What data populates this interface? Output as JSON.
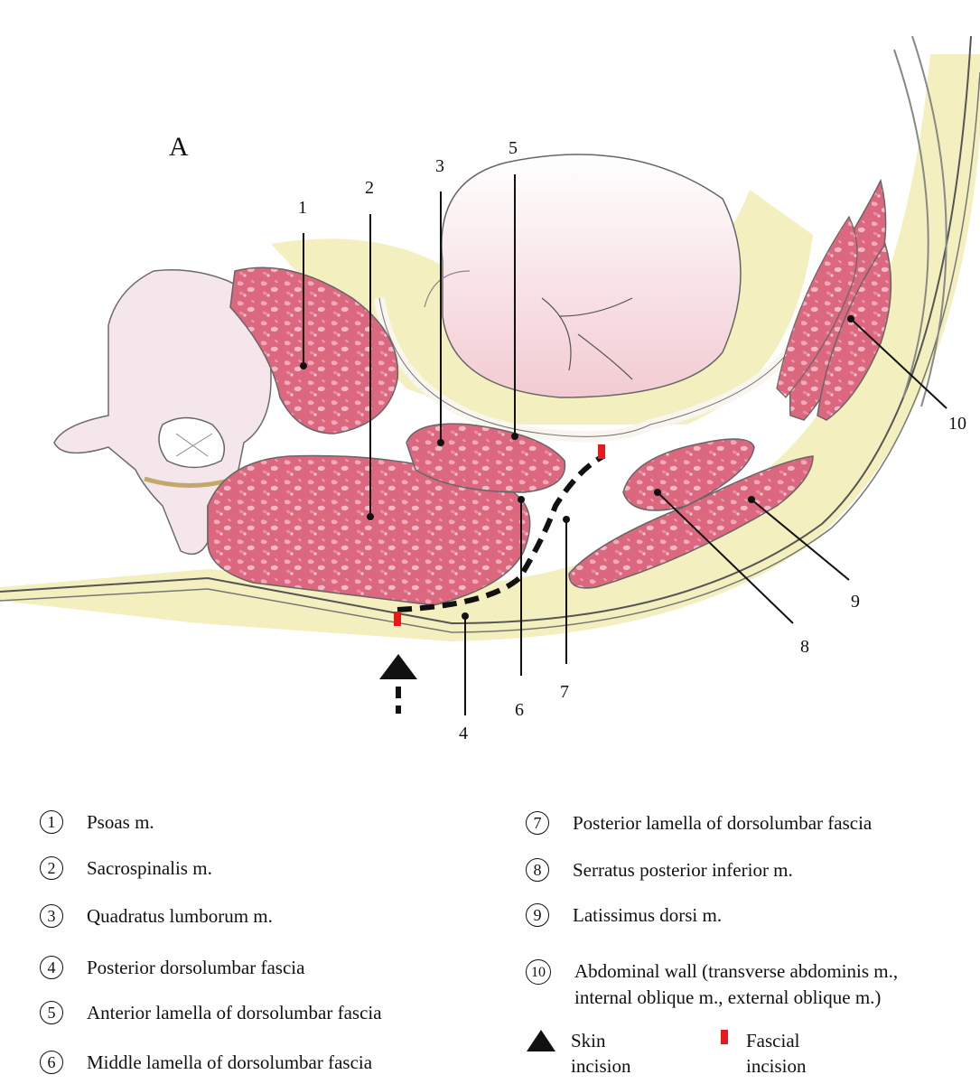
{
  "panel_label": "A",
  "callouts": [
    "1",
    "2",
    "3",
    "4",
    "5",
    "6",
    "7",
    "8",
    "9",
    "10"
  ],
  "legend": [
    {
      "num": "1",
      "text": "Psoas m."
    },
    {
      "num": "2",
      "text": "Sacrospinalis m."
    },
    {
      "num": "3",
      "text": "Quadratus lumborum m."
    },
    {
      "num": "4",
      "text": "Posterior dorsolumbar fascia"
    },
    {
      "num": "5",
      "text": "Anterior lamella of dorsolumbar fascia"
    },
    {
      "num": "6",
      "text": "Middle lamella of dorsolumbar fascia"
    },
    {
      "num": "7",
      "text": "Posterior lamella of dorsolumbar fascia"
    },
    {
      "num": "8",
      "text": "Serratus posterior inferior m."
    },
    {
      "num": "9",
      "text": "Latissimus dorsi m."
    },
    {
      "num": "10",
      "text": "Abdominal wall  (transverse abdominis m.,",
      "text2": "internal oblique m., external oblique m.)"
    }
  ],
  "key": {
    "skin": {
      "line1": "Skin",
      "line2": "incision"
    },
    "fascial": {
      "line1": "Fascial",
      "line2": "incision"
    }
  },
  "colors": {
    "muscle": "#dd6d86",
    "fat": "#f3efbe",
    "fascia": "#f7f3ea",
    "bone": "#f4e6ea",
    "incision_red": "#e8191b"
  }
}
